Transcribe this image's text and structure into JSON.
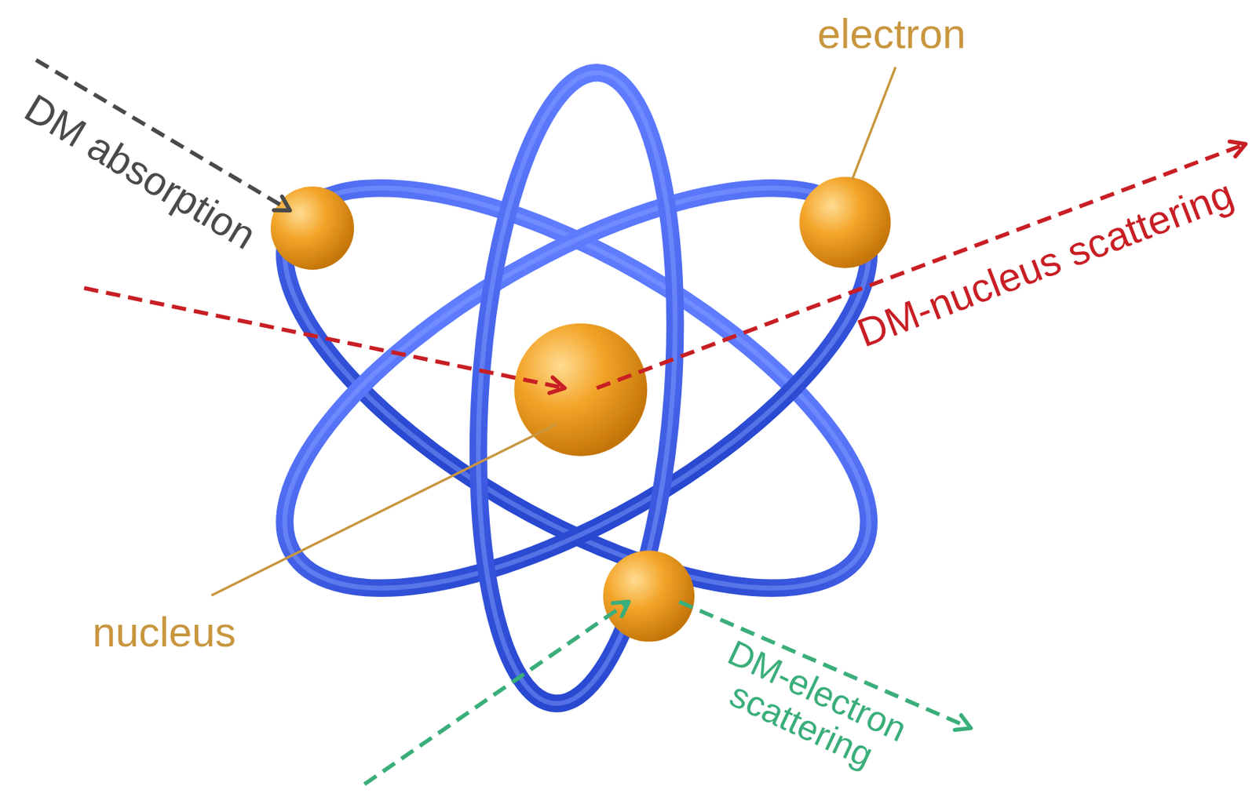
{
  "diagram": {
    "labels": [
      "electron",
      "DM absorption",
      "DM-nucleus scattering",
      "nucleus",
      "DM-electron scattering"
    ]
  }
}
